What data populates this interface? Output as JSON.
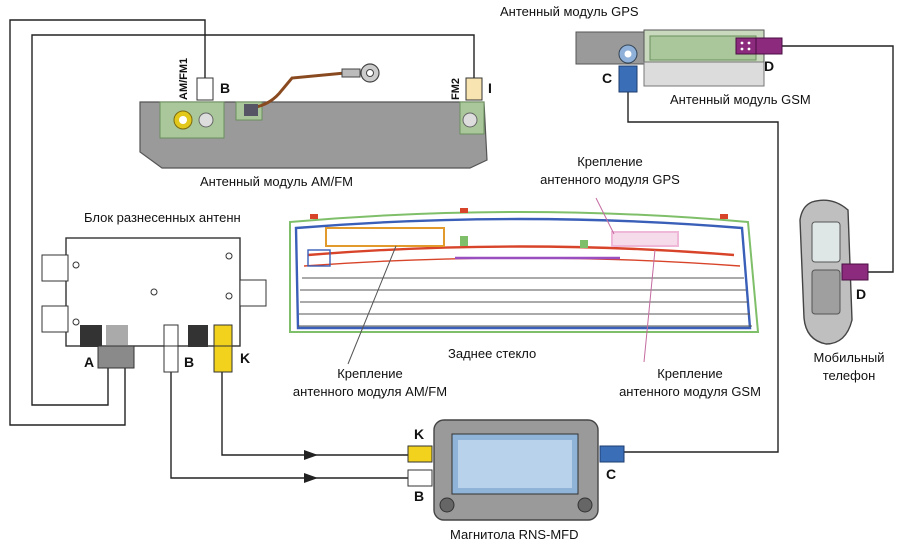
{
  "labels": {
    "gps_module": "Антенный модуль GPS",
    "gsm_module": "Антенный модуль GSM",
    "amfm_module": "Антенный модуль AM/FM",
    "diversity_block": "Блок разнесенных антенн",
    "gps_mount_line1": "Крепление",
    "gps_mount_line2": "антенного модуля GPS",
    "amfm_mount_line1": "Крепление",
    "amfm_mount_line2": "антенного модуля AM/FM",
    "gsm_mount_line1": "Крепление",
    "gsm_mount_line2": "антенного модуля GSM",
    "rear_glass": "Заднее стекло",
    "phone_line1": "Мобильный",
    "phone_line2": "телефон",
    "radio": "Магнитола RNS-MFD"
  },
  "antenna_labels": {
    "amfm1": "AM/FM1",
    "fm2": "FM2"
  },
  "connectors": {
    "a": "A",
    "b": "B",
    "b2": "B",
    "b3": "B",
    "c": "C",
    "c2": "C",
    "d": "D",
    "d2": "D",
    "i": "I",
    "k": "K",
    "k2": "K"
  },
  "colors": {
    "connector_yellow": "#f2d21c",
    "connector_blue": "#3a6fb8",
    "connector_purple": "#8c2a7e",
    "connector_gray": "#8a8a8a",
    "module_gray": "#9a9a9a",
    "board_green": "#a9c79a",
    "glass_red": "#d8442a",
    "glass_blue": "#3a5fb8",
    "glass_green": "#7fbf6a",
    "amfm_orange": "#e39a2d",
    "gps_pink": "#efb7d8",
    "gsm_purple": "#9a4fc0"
  }
}
